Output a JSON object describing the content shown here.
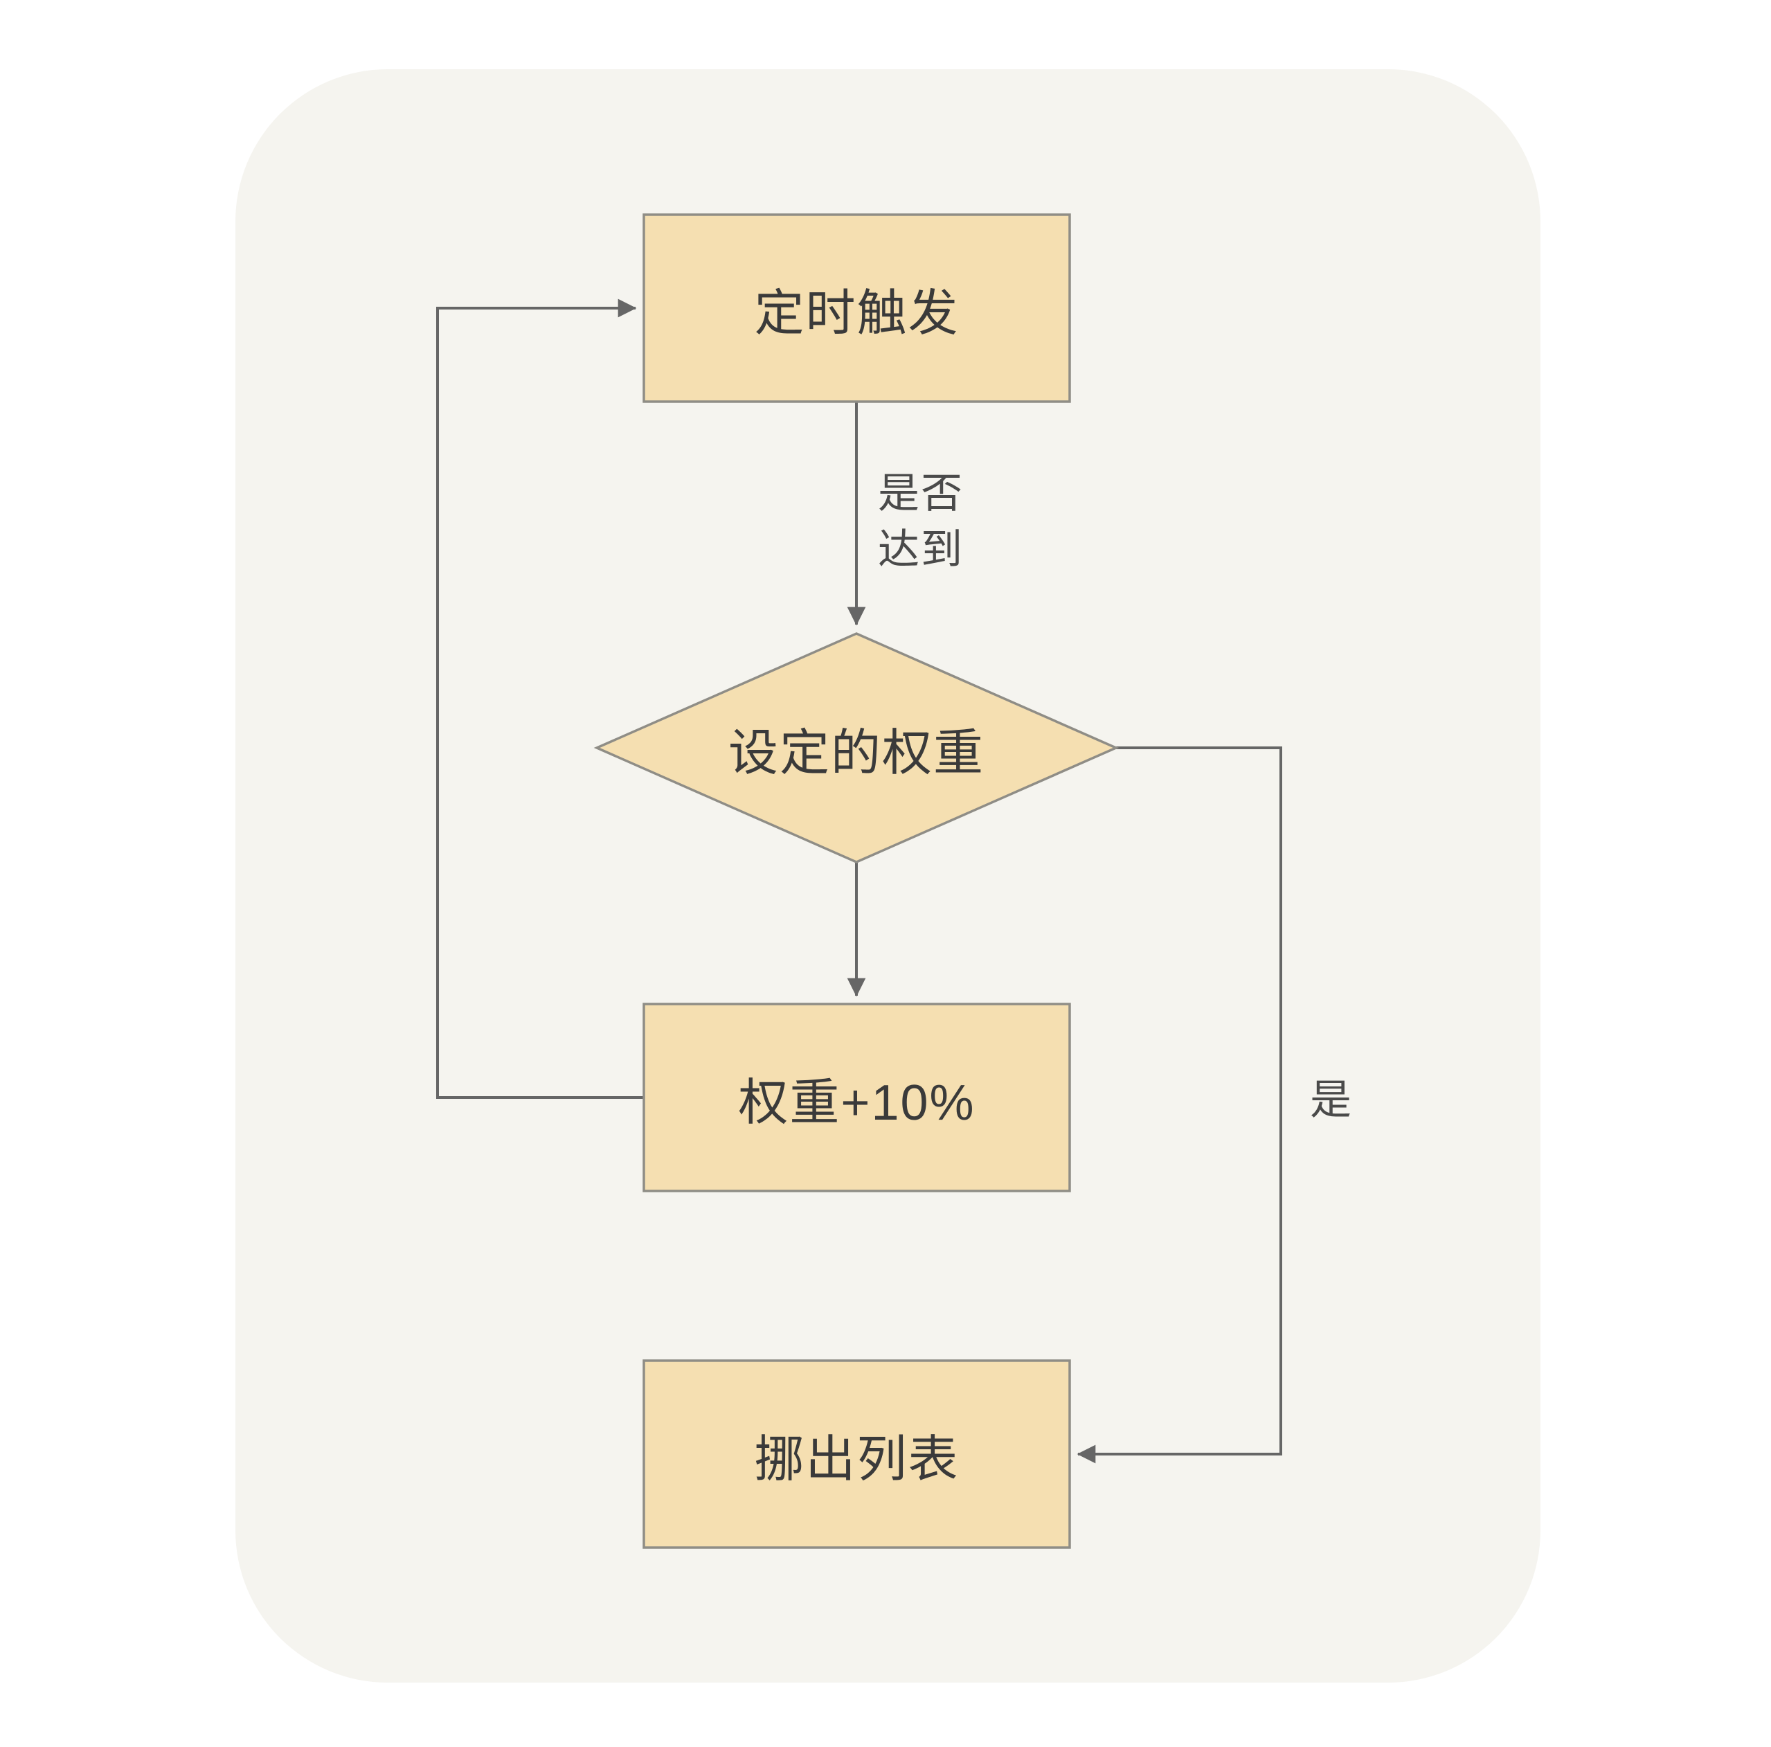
{
  "diagram": {
    "type": "flowchart",
    "nodes": {
      "trigger": {
        "label": "定时触发",
        "shape": "rect"
      },
      "decision": {
        "label": "设定的权重",
        "shape": "diamond"
      },
      "increase": {
        "label": "权重+10%",
        "shape": "rect"
      },
      "remove": {
        "label": "挪出列表",
        "shape": "rect"
      }
    },
    "edges": {
      "check_line1": "是否",
      "check_line2": "达到",
      "yes_label": "是"
    },
    "colors": {
      "node_fill": "#F5DFB1",
      "node_border": "#8F8D86",
      "line": "#666666",
      "background": "#F5F4EF",
      "text": "#3A3A3A"
    }
  }
}
